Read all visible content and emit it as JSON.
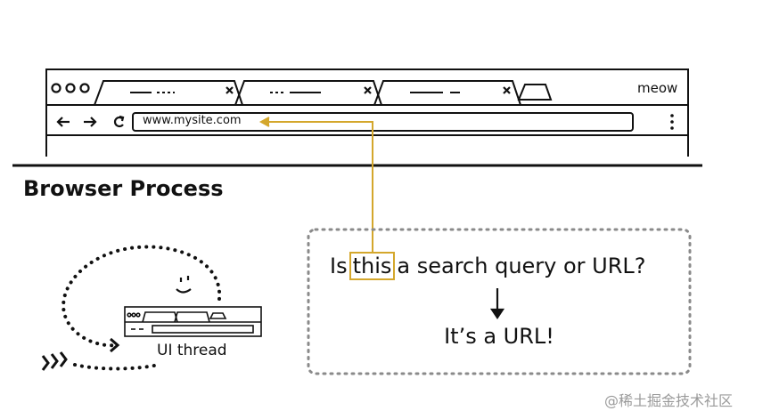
{
  "browser": {
    "app_name": "meow",
    "address_bar_url": "www.mysite.com",
    "tab_count": 3
  },
  "section_title": "Browser Process",
  "decision": {
    "question_prefix": "Is",
    "question_highlight": "this",
    "question_suffix": "a search query or URL?",
    "answer": "It’s a URL!"
  },
  "ui_thread": {
    "label": "UI thread"
  },
  "watermark": {
    "text": "@稀土掘金技术社区"
  },
  "colors": {
    "accent": "#d4a72c",
    "ink": "#111111",
    "dotted_border": "#8a8a8a"
  }
}
